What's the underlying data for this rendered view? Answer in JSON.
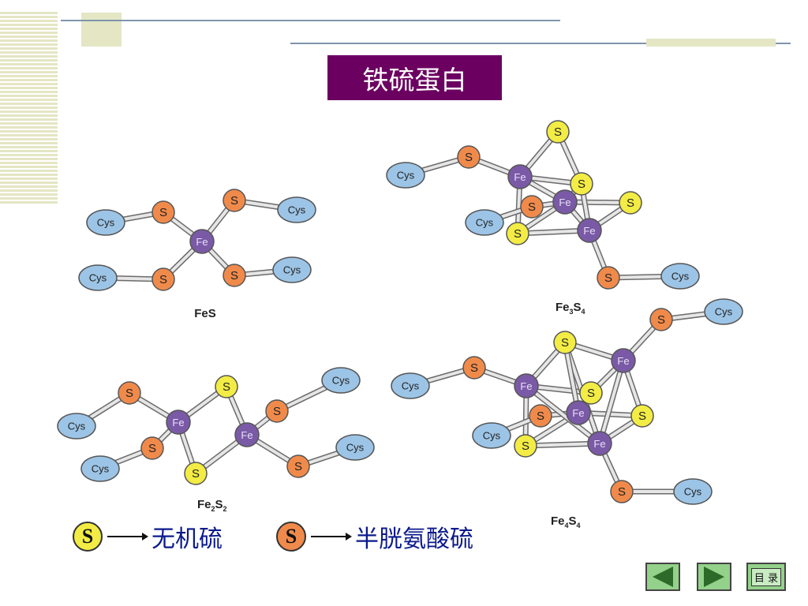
{
  "title": "铁硫蛋白",
  "structures": [
    {
      "formula": "FeS"
    },
    {
      "formula_main": "Fe",
      "formula_sub1": "3",
      "formula_mid": "S",
      "formula_sub2": "4"
    },
    {
      "formula_main": "Fe",
      "formula_sub1": "2",
      "formula_mid": "S",
      "formula_sub2": "2"
    },
    {
      "formula_main": "Fe",
      "formula_sub1": "4",
      "formula_mid": "S",
      "formula_sub2": "4"
    }
  ],
  "atom_labels": {
    "iron": "Fe",
    "sulfur": "S",
    "cysteine": "Cys"
  },
  "legend": {
    "inorganic_symbol": "S",
    "inorganic_label": "无机硫",
    "cysteine_symbol": "S",
    "cysteine_label": "半胱氨酸硫"
  },
  "colors": {
    "inorganic_sulfur": "#f2ec45",
    "cysteine_sulfur": "#f08a4b",
    "iron": "#7a5aa6",
    "cys": "#9cc4e6",
    "title_bg": "#6b0060"
  },
  "nav": {
    "toc_label": "目 录",
    "prev_icon": "left-triangle",
    "next_icon": "right-triangle"
  }
}
